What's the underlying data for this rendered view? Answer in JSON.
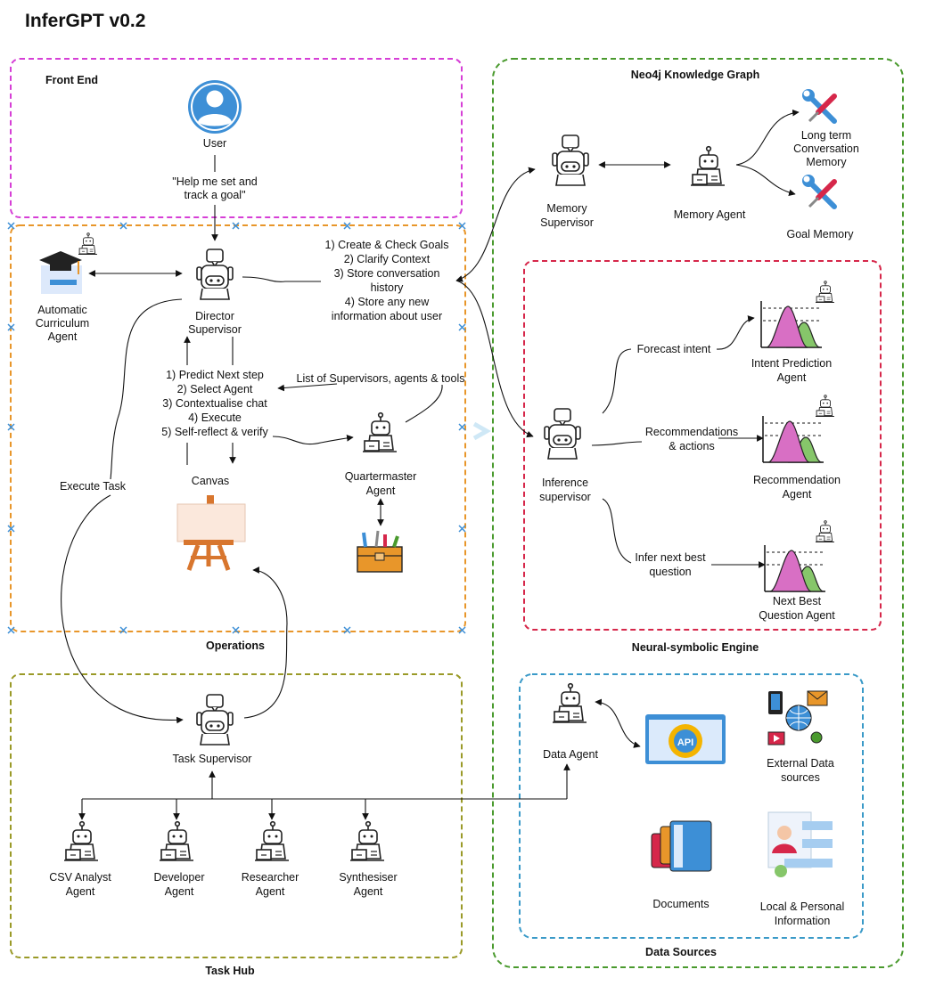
{
  "title": "InferGPT v0.2",
  "groups": {
    "front_end": "Front End",
    "neo4j": "Neo4j Knowledge Graph",
    "operations": "Operations",
    "neural": "Neural-symbolic Engine",
    "task_hub": "Task Hub",
    "data_sources": "Data Sources"
  },
  "user": {
    "label": "User",
    "quote": [
      "\"Help me set and",
      "track a goal\""
    ]
  },
  "director": [
    "Director",
    "Supervisor"
  ],
  "curriculum": [
    "Automatic",
    "Curriculum",
    "Agent"
  ],
  "goals_list": [
    "1) Create & Check Goals",
    "2) Clarify Context",
    "3) Store conversation",
    "history",
    "4) Store any new",
    "information about user"
  ],
  "steps_list": [
    "1) Predict Next step",
    "2) Select Agent",
    "3) Contextualise chat",
    "4) Execute",
    "5) Self-reflect & verify"
  ],
  "supervisors_label": "List of Supervisors, agents & tools",
  "canvas": "Canvas",
  "quartermaster": [
    "Quartermaster",
    "Agent"
  ],
  "execute_task": "Execute Task",
  "memory_supervisor": [
    "Memory",
    "Supervisor"
  ],
  "memory_agent": "Memory Agent",
  "long_term": [
    "Long term",
    "Conversation",
    "Memory"
  ],
  "goal_memory": "Goal Memory",
  "forecast_intent": "Forecast intent",
  "intent_prediction": [
    "Intent Prediction",
    "Agent"
  ],
  "recommendations": [
    "Recommendations",
    "& actions"
  ],
  "recommendation_agent": [
    "Recommendation",
    "Agent"
  ],
  "inference_supervisor": [
    "Inference",
    "supervisor"
  ],
  "infer_next": [
    "Infer next best",
    "question"
  ],
  "next_best": [
    "Next Best",
    "Question Agent"
  ],
  "task_supervisor": "Task Supervisor",
  "csv_agent": [
    "CSV Analyst",
    "Agent"
  ],
  "developer_agent": [
    "Developer",
    "Agent"
  ],
  "researcher_agent": [
    "Researcher",
    "Agent"
  ],
  "synthesiser_agent": [
    "Synthesiser",
    "Agent"
  ],
  "data_agent": "Data Agent",
  "external_data": [
    "External Data",
    "sources"
  ],
  "documents": "Documents",
  "local_personal": [
    "Local & Personal",
    "Information"
  ],
  "api_text": "API",
  "colors": {
    "front_end": "#d63fd6",
    "operations": "#e8962a",
    "neo4j": "#4a9a2e",
    "neural": "#d6274a",
    "task_hub": "#9a9a28",
    "data_sources": "#3a9ac8",
    "accent_blue": "#3d8fd6"
  }
}
